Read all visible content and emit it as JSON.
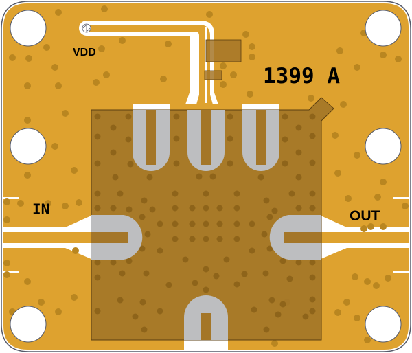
{
  "diagram": {
    "type": "pcb-evaluation-board-layout",
    "part_marking": "1399 A",
    "labels": {
      "supply": "VDD",
      "input": "IN",
      "output": "OUT"
    },
    "colors": {
      "board_copper": "#DEA22F",
      "via": "#B98620",
      "die_overlay": "#A47628",
      "die_outline": "#5A3E10",
      "bond_pad": "#BDBEC0",
      "clearance": "#FFFFFF",
      "outline": "#555a6a",
      "text": "#000000"
    },
    "elements": {
      "mounting_holes": 6,
      "top_bias_stubs": 3,
      "rf_ports": [
        "IN",
        "OUT"
      ],
      "bottom_ground_stub": 1,
      "smd_components": 2,
      "supply_test_point": "VDD"
    }
  }
}
